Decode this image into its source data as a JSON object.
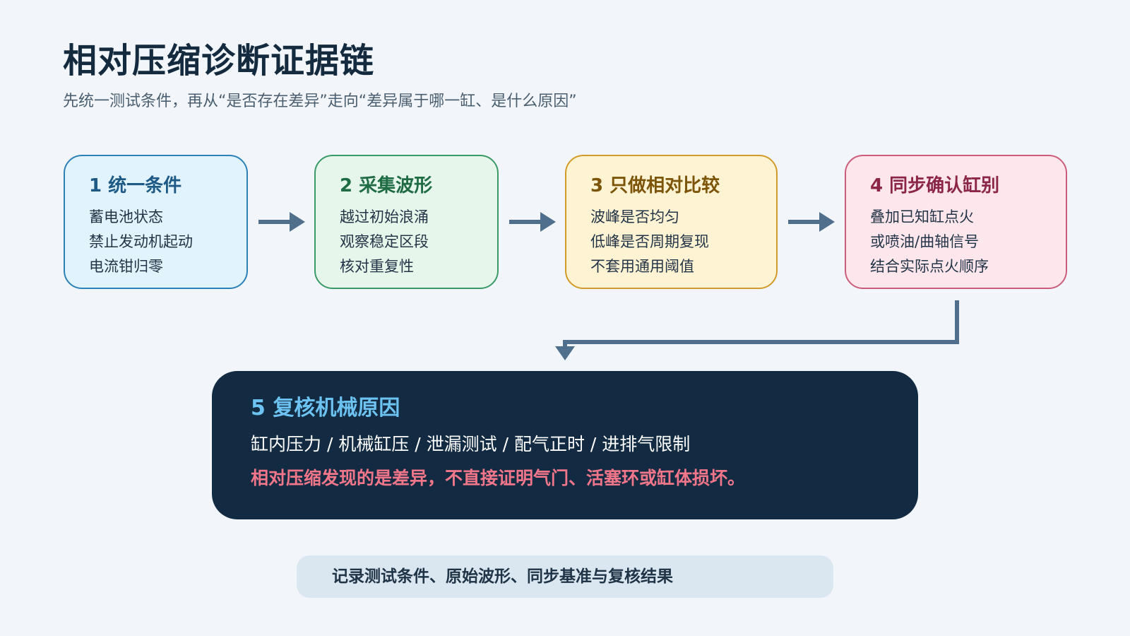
{
  "header": {
    "title": "相对压缩诊断证据链",
    "subtitle": "先统一测试条件，再从“是否存在差异”走向“差异属于哪一缸、是什么原因”"
  },
  "steps": [
    {
      "title": "1 统一条件",
      "items": [
        "蓄电池状态",
        "禁止发动机起动",
        "电流钳归零"
      ]
    },
    {
      "title": "2 采集波形",
      "items": [
        "越过初始浪涌",
        "观察稳定区段",
        "核对重复性"
      ]
    },
    {
      "title": "3 只做相对比较",
      "items": [
        "波峰是否均匀",
        "低峰是否周期复现",
        "不套用通用阈值"
      ]
    },
    {
      "title": "4 同步确认缸别",
      "items": [
        "叠加已知缸点火",
        "或喷油/曲轴信号",
        "结合实际点火顺序"
      ]
    }
  ],
  "final": {
    "title": "5 复核机械原因",
    "methods": "缸内压力 / 机械缸压 / 泄漏测试 / 配气正时 / 进排气限制",
    "note": "相对压缩发现的是差异，不直接证明气门、活塞环或缸体损坏。"
  },
  "footer": {
    "text": "记录测试条件、原始波形、同步基准与复核结果"
  },
  "colors": {
    "background": "#f2f6fa",
    "arrow": "#4f6f8c",
    "step1_border": "#2c81b6",
    "step2_border": "#3a9a66",
    "step3_border": "#d29a28",
    "step4_border": "#cc5c7c",
    "final_background": "#132b42",
    "final_title": "#6cc2f0",
    "final_note": "#f2768a"
  }
}
